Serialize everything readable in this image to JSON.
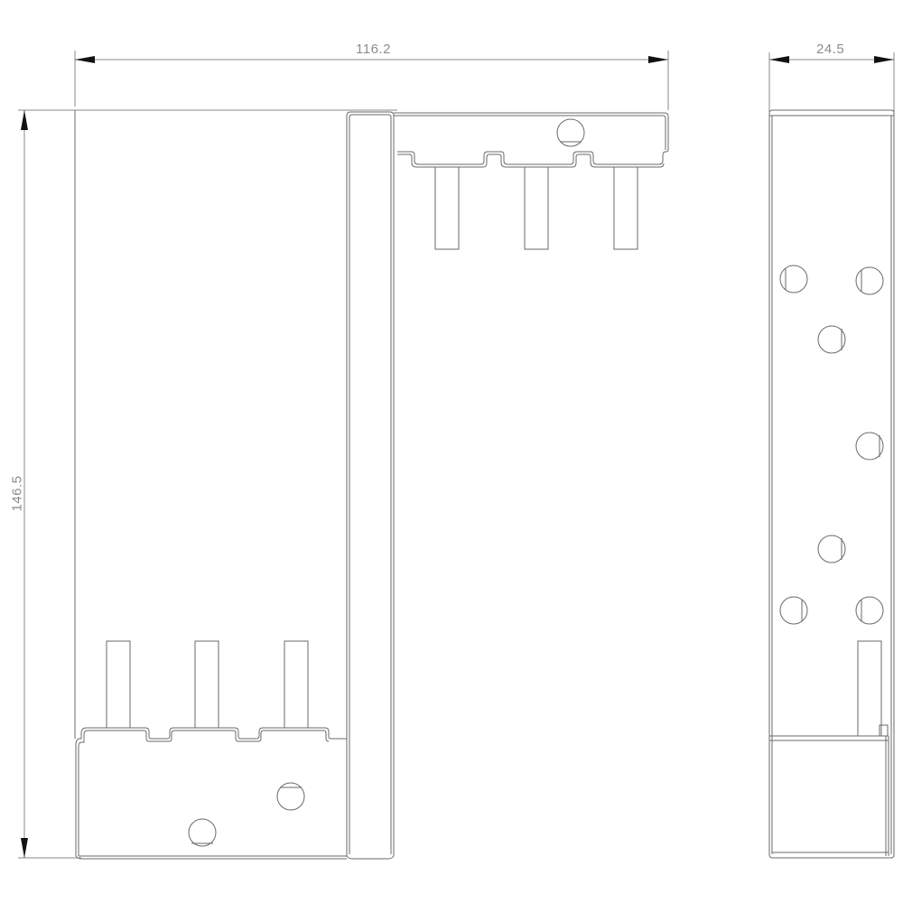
{
  "drawing": {
    "type": "technical dimension drawing (busbar / connection kit, front and side views)",
    "dimensions": {
      "overall_width": "116.2",
      "overall_height": "146.5",
      "side_depth": "24.5"
    },
    "views": {
      "front_view": {
        "upper_bracket_pins": 3,
        "lower_bracket_pins": 3,
        "upper_bracket_holes": 1,
        "lower_bracket_holes": 2
      },
      "side_view": {
        "holes": 7,
        "pins": 1
      }
    },
    "colors": {
      "line": "#6a6a6a",
      "dimension_line": "#8a8a8a",
      "dimension_text": "#8c8c8c",
      "arrowhead": "#111111",
      "background": "#ffffff"
    }
  }
}
